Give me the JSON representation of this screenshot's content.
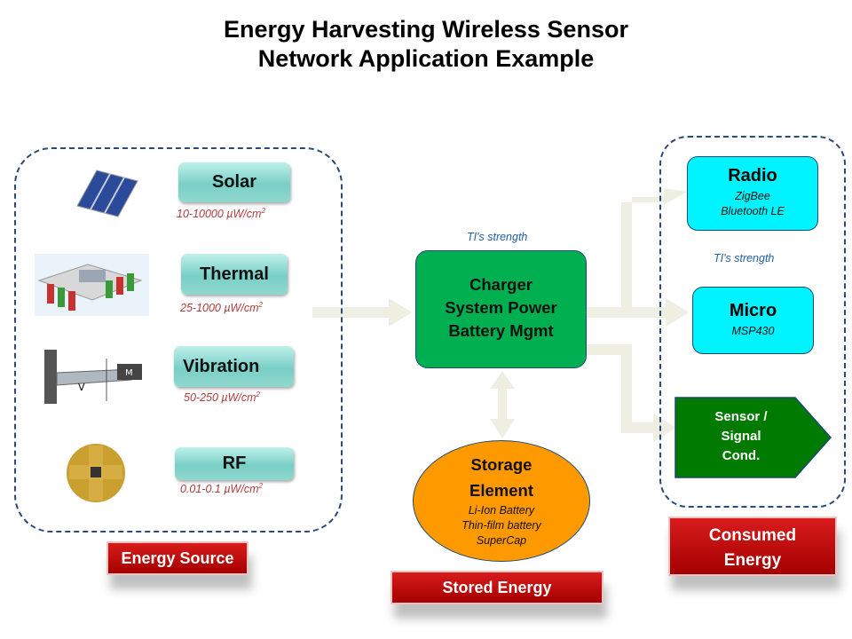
{
  "title_line1": "Energy Harvesting Wireless Sensor",
  "title_line2": "Network Application Example",
  "sources": [
    {
      "label": "Solar",
      "density": "10-10000 µW/cm",
      "sup": "2"
    },
    {
      "label": "Thermal",
      "density": "25-1000 µW/cm",
      "sup": "2"
    },
    {
      "label": "Vibration",
      "density": "50-250 µW/cm",
      "sup": "2"
    },
    {
      "label": "RF",
      "density": "0.01-0.1 µW/cm",
      "sup": "2"
    }
  ],
  "energy_source_label": "Energy Source",
  "charger": {
    "line1": "Charger",
    "line2": "System Power",
    "line3": "Battery Mgmt",
    "strength": "TI's strength"
  },
  "storage": {
    "line1": "Storage",
    "line2": "Element",
    "items": [
      "Li-Ion Battery",
      "Thin-film battery",
      "SuperCap"
    ]
  },
  "stored_energy_label": "Stored Energy",
  "radio": {
    "head": "Radio",
    "sub1": "ZigBee",
    "sub2": "Bluetooth LE"
  },
  "micro_strength": "TI's strength",
  "micro": {
    "head": "Micro",
    "sub": "MSP430"
  },
  "sensor": {
    "line1": "Sensor /",
    "line2": "Signal",
    "line3": "Cond."
  },
  "consumed_energy": {
    "line1": "Consumed",
    "line2": "Energy"
  },
  "colors": {
    "charger": "#00b050",
    "storage": "#ff9900",
    "sensor": "#007a00",
    "cyan": "#00f4ff",
    "red_label": "#c00000",
    "arrow": "#eeeee2"
  }
}
